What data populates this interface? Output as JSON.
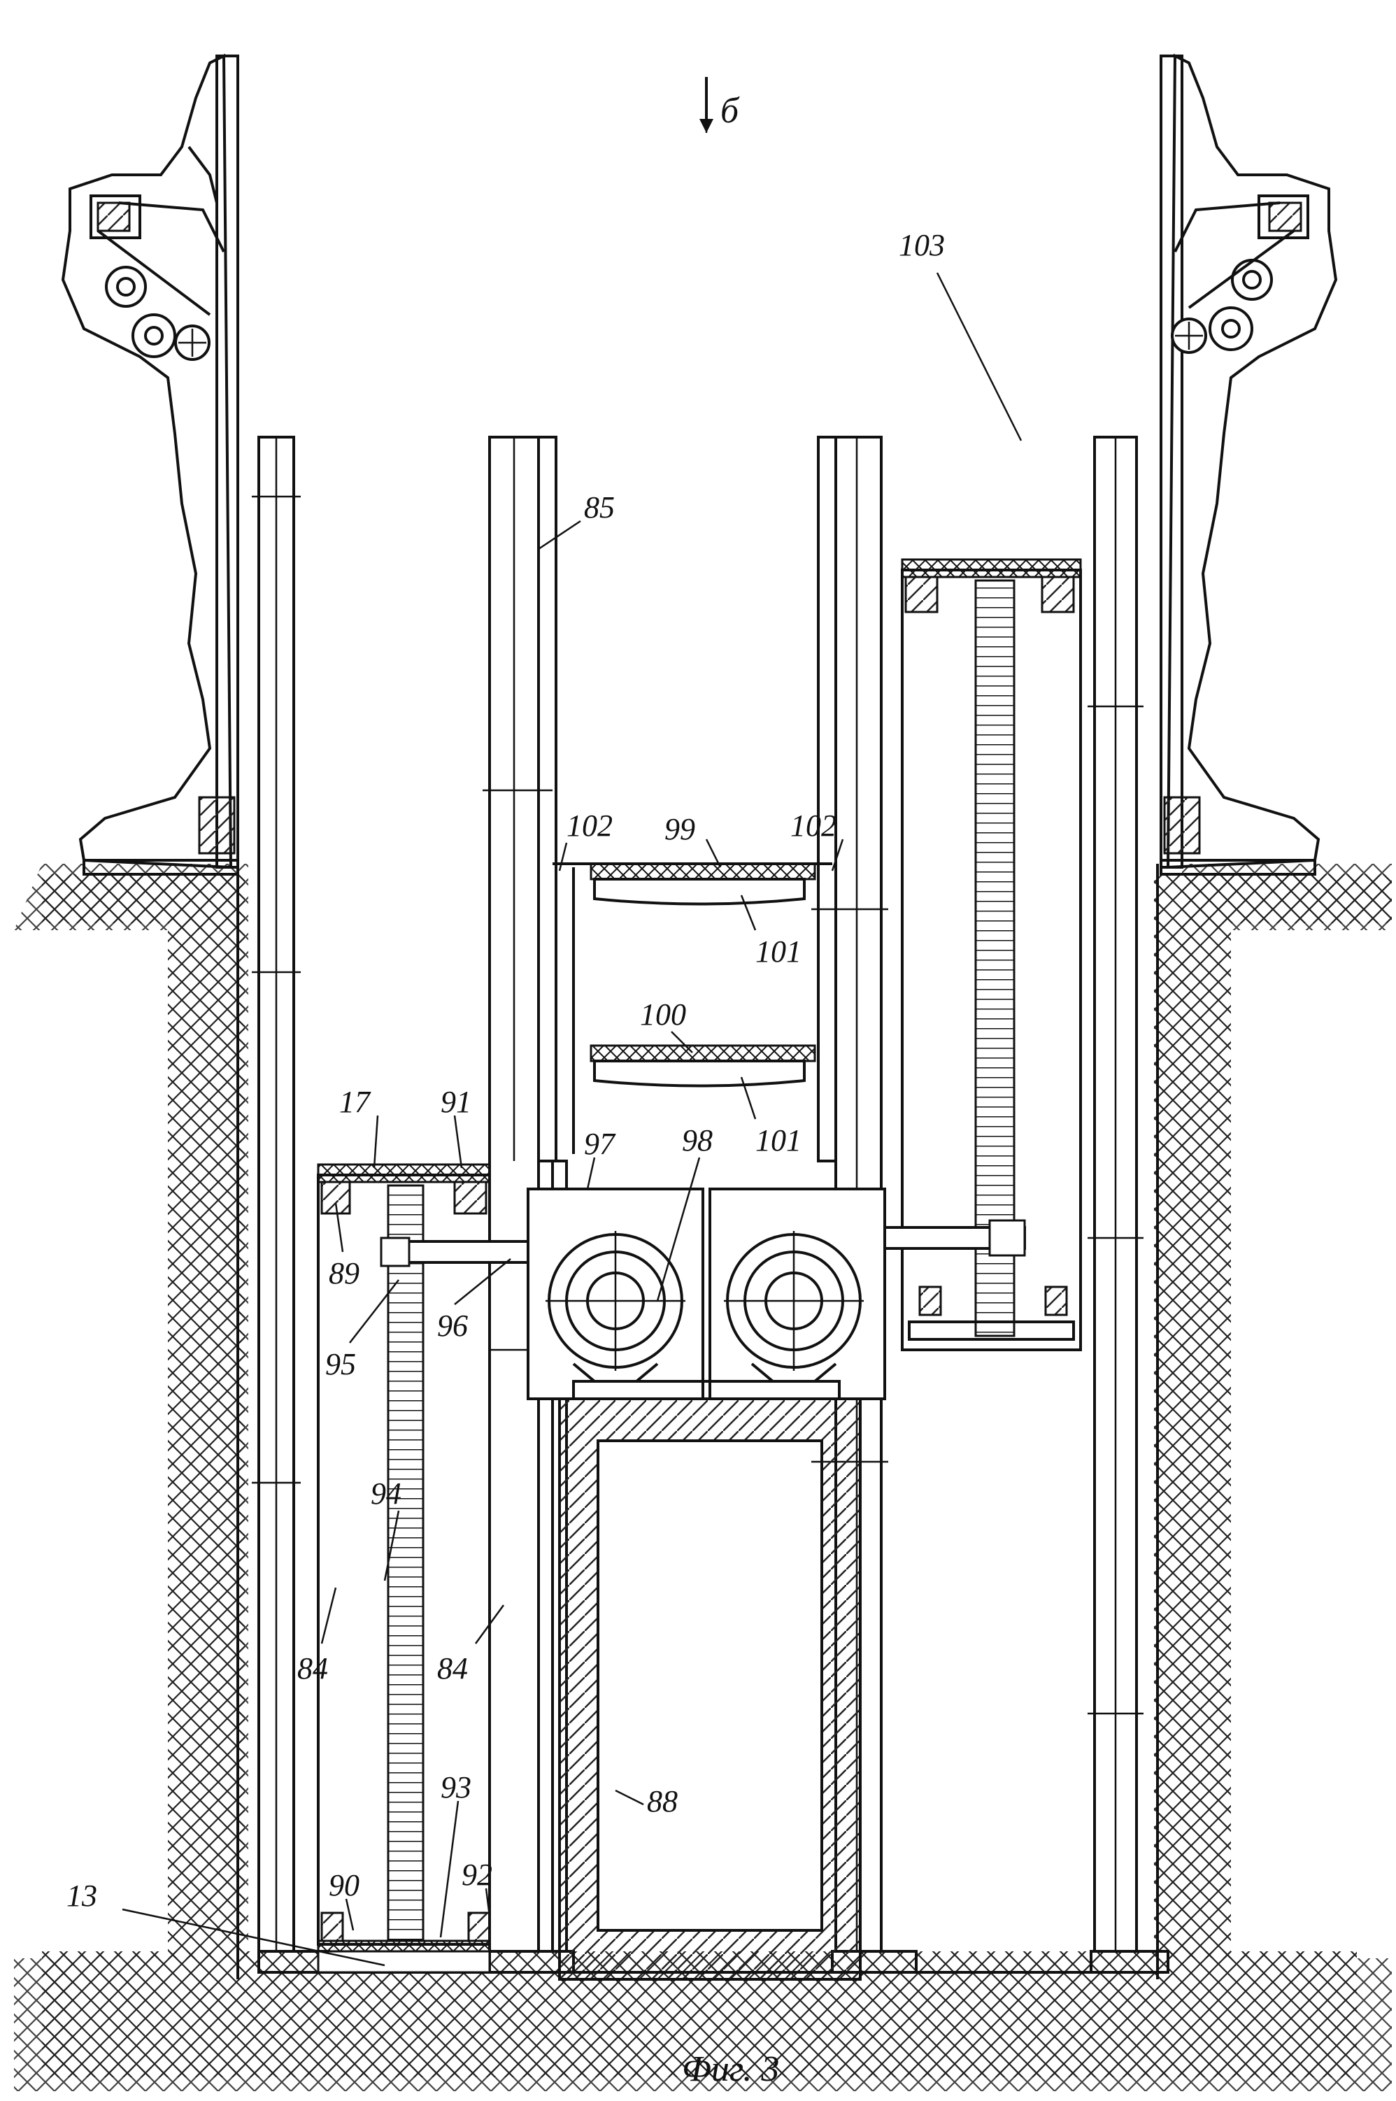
{
  "figure": {
    "caption": "Фиг. 3",
    "view_marker": "б"
  },
  "labels": {
    "l103": "103",
    "l85": "85",
    "l102a": "102",
    "l99": "99",
    "l102b": "102",
    "l101a": "101",
    "l100": "100",
    "l101b": "101",
    "l17": "17",
    "l91": "91",
    "l97": "97",
    "l98": "98",
    "l89": "89",
    "l96": "96",
    "l95": "95",
    "l94": "94",
    "l84a": "84",
    "l84b": "84",
    "l93": "93",
    "l88": "88",
    "l90": "90",
    "l92": "92",
    "l13": "13"
  }
}
